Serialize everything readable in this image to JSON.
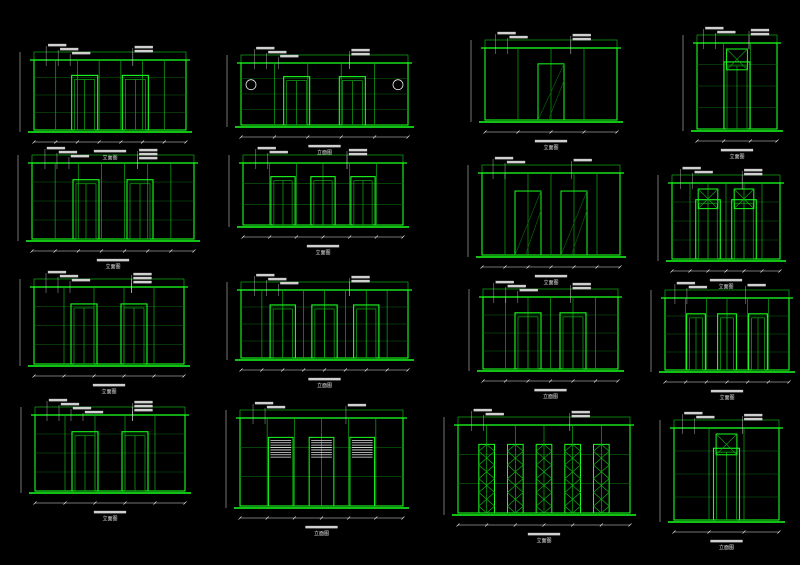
{
  "sheet": {
    "title": "",
    "colors": {
      "background": "#000000",
      "primary": "#19ff1e",
      "secondary": "#0fae14",
      "dim": "#0b6a0e",
      "text": "#e8e8e8",
      "note": "#d0d0d0"
    }
  },
  "drawings": [
    {
      "id": "e1",
      "caption": "立面图",
      "style": "twin-door",
      "doors": 2,
      "panels": 7,
      "rows": 4,
      "notes": 5
    },
    {
      "id": "e2",
      "caption": "立面图",
      "style": "lobby-vases",
      "doors": 2,
      "panels": 5,
      "rows": 4,
      "notes": 5
    },
    {
      "id": "e3",
      "caption": "立面图",
      "style": "glass-door",
      "doors": 1,
      "panels": 4,
      "rows": 1,
      "notes": 4
    },
    {
      "id": "e4",
      "caption": "立面图",
      "style": "square-door",
      "doors": 1,
      "panels": 3,
      "rows": 4,
      "notes": 4
    },
    {
      "id": "e5",
      "caption": "立面图",
      "style": "twin-door-dark",
      "doors": 2,
      "panels": 7,
      "rows": 4,
      "notes": 6
    },
    {
      "id": "e6",
      "caption": "立面图",
      "style": "triple-door",
      "doors": 3,
      "panels": 6,
      "rows": 3,
      "notes": 4
    },
    {
      "id": "e7",
      "caption": "立面图",
      "style": "twin-glass",
      "doors": 2,
      "panels": 6,
      "rows": 1,
      "notes": 3
    },
    {
      "id": "e8",
      "caption": "立面图",
      "style": "square-panels",
      "doors": 2,
      "panels": 6,
      "rows": 4,
      "notes": 4
    },
    {
      "id": "e9",
      "caption": "立面图",
      "style": "twin-door-grid",
      "doors": 2,
      "panels": 5,
      "rows": 4,
      "notes": 6
    },
    {
      "id": "e10",
      "caption": "立面图",
      "style": "grid-wall",
      "doors": 3,
      "panels": 8,
      "rows": 4,
      "notes": 5
    },
    {
      "id": "e11",
      "caption": "立面图",
      "style": "twin-door-grid",
      "doors": 2,
      "panels": 6,
      "rows": 4,
      "notes": 5
    },
    {
      "id": "e12",
      "caption": "立面图",
      "style": "grid-wall",
      "doors": 3,
      "panels": 6,
      "rows": 4,
      "notes": 3
    },
    {
      "id": "e13",
      "caption": "立面图",
      "style": "ornate",
      "doors": 2,
      "panels": 5,
      "rows": 4,
      "notes": 7
    },
    {
      "id": "e14",
      "caption": "立面图",
      "style": "vents",
      "doors": 3,
      "panels": 6,
      "rows": 3,
      "notes": 3
    },
    {
      "id": "e15",
      "caption": "立面图",
      "style": "lattice",
      "doors": 5,
      "panels": 6,
      "rows": 3,
      "notes": 4
    },
    {
      "id": "e16",
      "caption": "立面图",
      "style": "square-door",
      "doors": 1,
      "panels": 3,
      "rows": 4,
      "notes": 4
    }
  ]
}
